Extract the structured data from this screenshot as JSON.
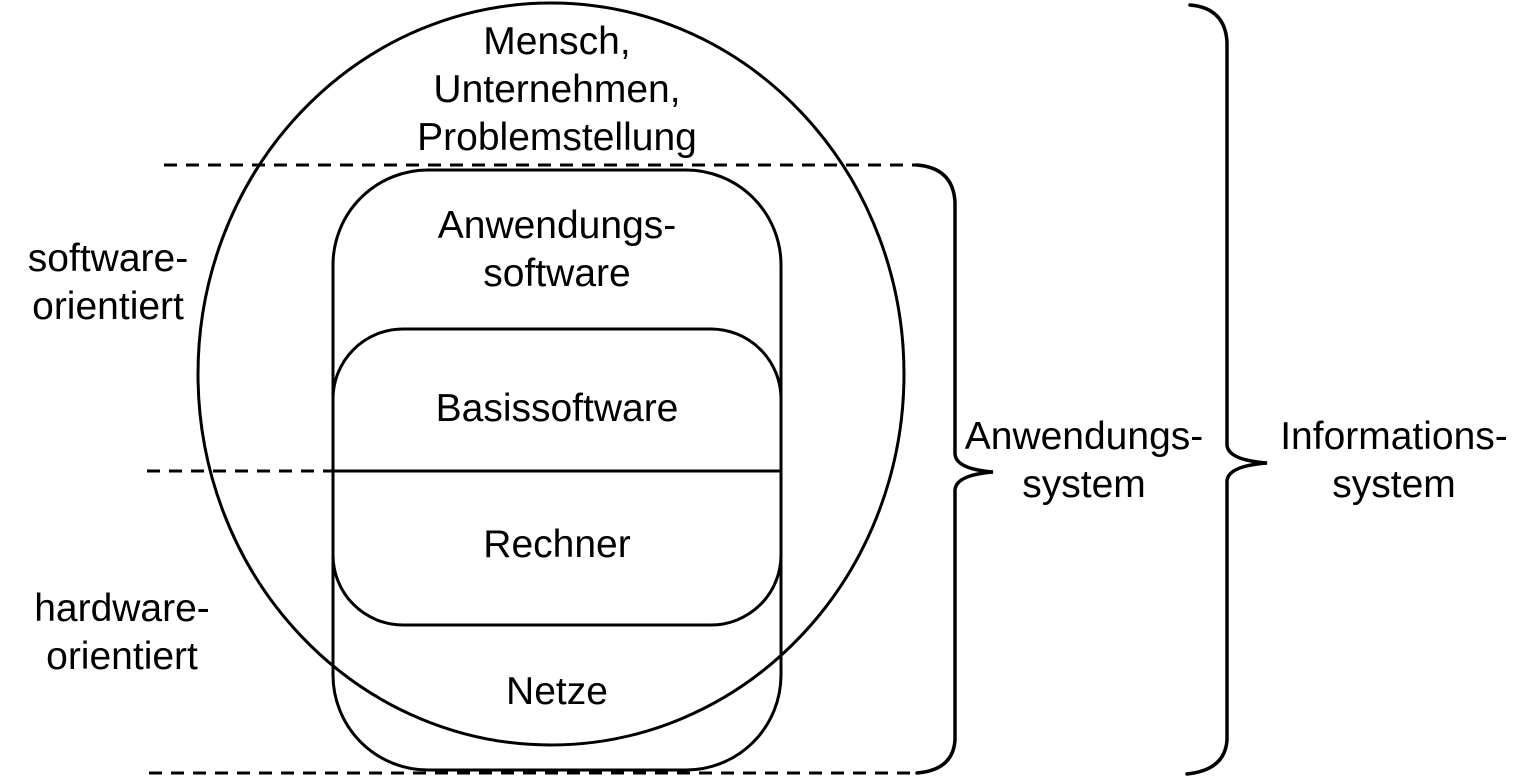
{
  "colors": {
    "stroke": "#000000",
    "background": "#ffffff"
  },
  "labels": {
    "circle": {
      "lines": [
        "Mensch,",
        "Unternehmen,",
        "Problemstellung"
      ]
    },
    "application_software": {
      "lines": [
        "Anwendungs-",
        "software"
      ]
    },
    "base_software": {
      "lines": [
        "Basissoftware"
      ]
    },
    "computer": {
      "lines": [
        "Rechner"
      ]
    },
    "networks": {
      "lines": [
        "Netze"
      ]
    },
    "software_oriented": {
      "lines": [
        "software-",
        "orientiert"
      ]
    },
    "hardware_oriented": {
      "lines": [
        "hardware-",
        "orientiert"
      ]
    },
    "application_system": {
      "lines": [
        "Anwendungs-",
        "system"
      ]
    },
    "information_system": {
      "lines": [
        "Informations-",
        "system"
      ]
    }
  }
}
